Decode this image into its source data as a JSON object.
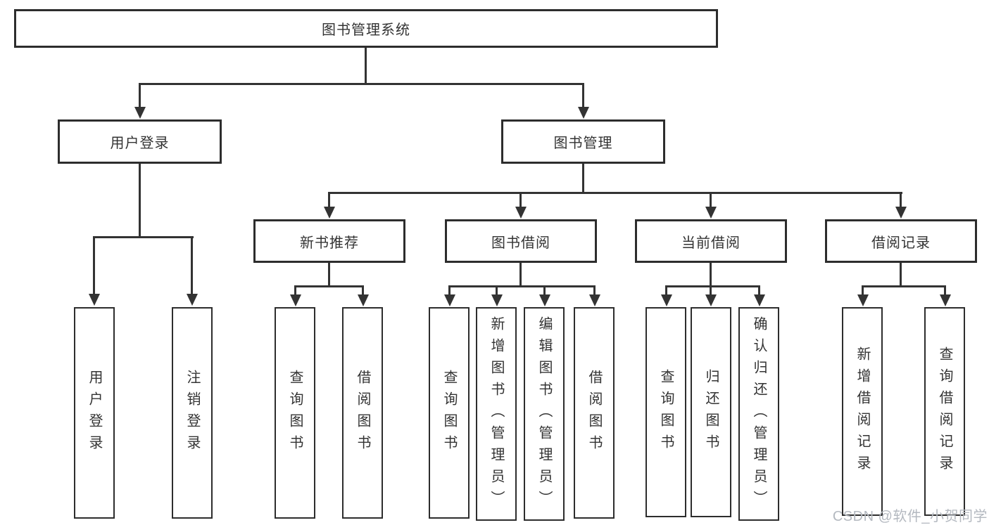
{
  "nodes": {
    "root": "图书管理系统",
    "level2": {
      "user": "用户登录",
      "mgmt": "图书管理"
    },
    "level3": {
      "recommend": "新书推荐",
      "borrow": "图书借阅",
      "current": "当前借阅",
      "records": "借阅记录"
    },
    "leaves": {
      "user": [
        "用户登录",
        "注销登录"
      ],
      "recommend": [
        "查询图书",
        "借阅图书"
      ],
      "borrow": [
        "查询图书",
        "新增图书（管理员）",
        "编辑图书（管理员）",
        "借阅图书"
      ],
      "current": [
        "查询图书",
        "归还图书",
        "确认归还（管理员）"
      ],
      "records": [
        "新增借阅记录",
        "查询借阅记录"
      ]
    }
  },
  "watermark": "CSDN @软件_小贺同学",
  "colors": {
    "border": "#2d2d2d",
    "line": "#333333",
    "text": "#333333",
    "watermark": "#b4b9c0",
    "background": "#ffffff"
  }
}
